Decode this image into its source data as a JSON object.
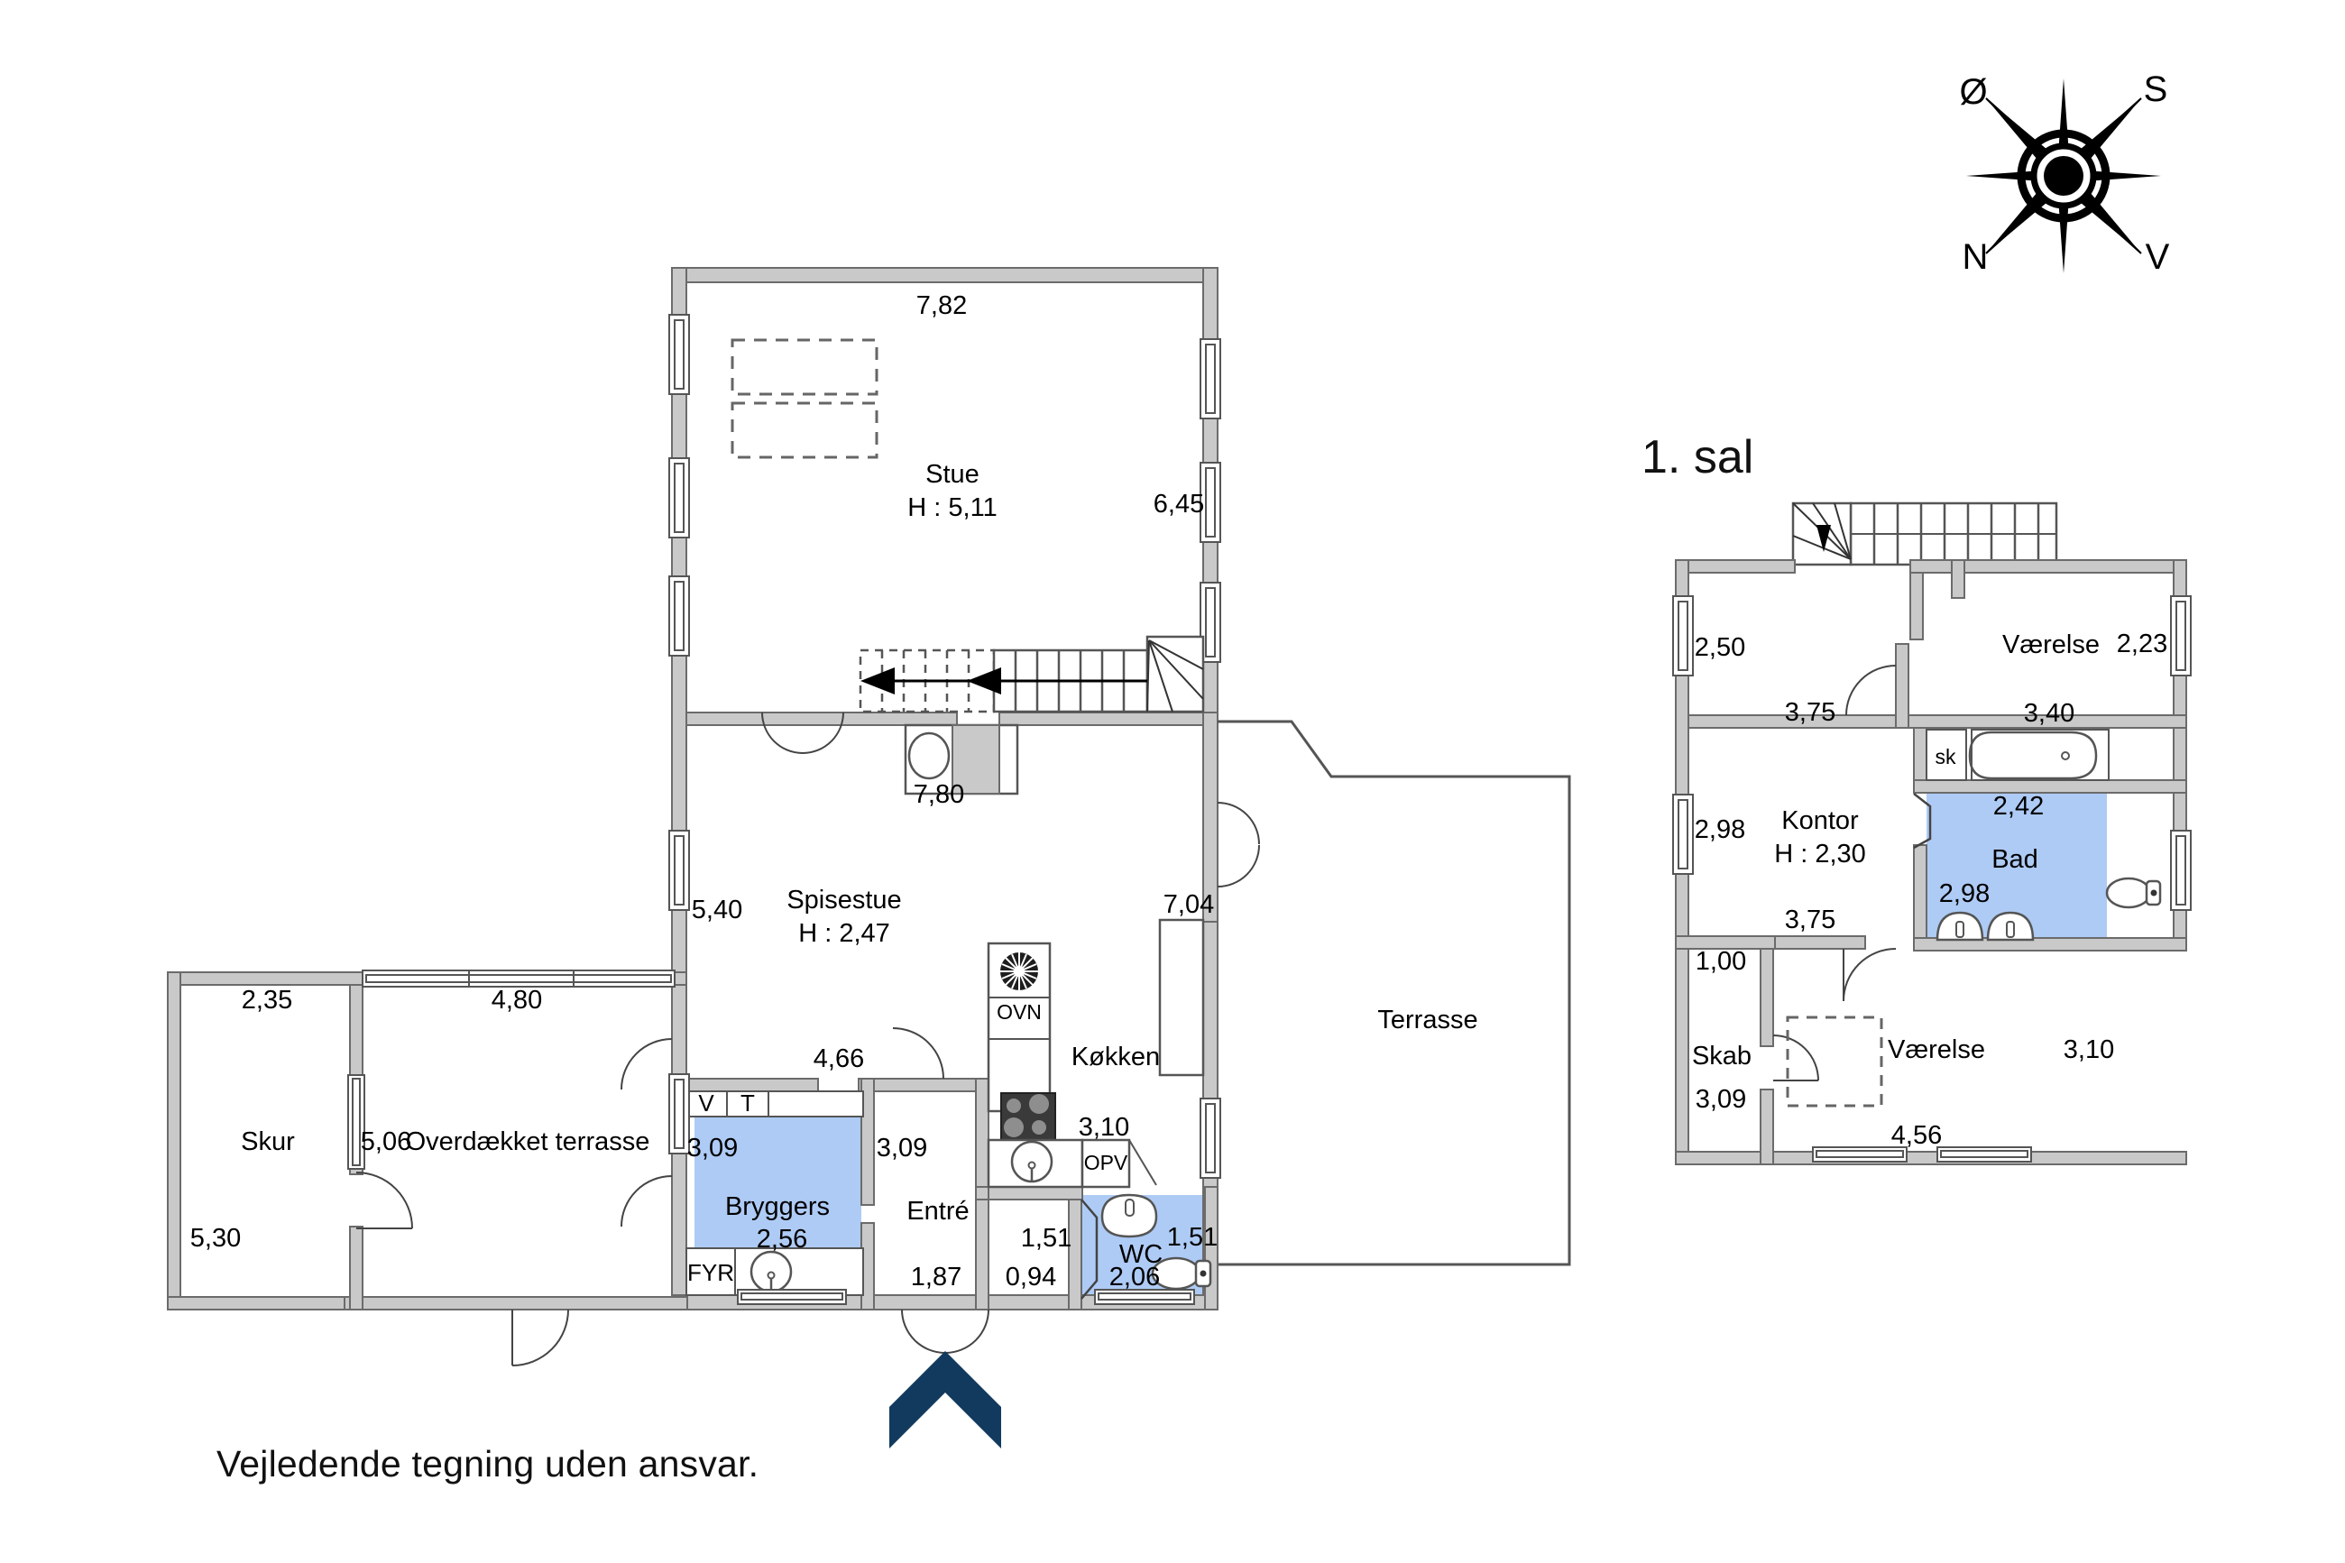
{
  "document": {
    "disclaimer": "Vejledende tegning uden ansvar.",
    "upper_floor_title": "1. sal"
  },
  "colors": {
    "wall_fill": "#c9c9c9",
    "wall_stroke": "#6b6b6b",
    "room_fill": "#ffffff",
    "wet_room_fill": "#aecbf5",
    "wet_room_stroke": "#5f7fbf",
    "entrance_marker": "#123a5e",
    "text": "#000000",
    "thin_line": "#444444",
    "appliance_dark": "#3a3a3a"
  },
  "compass": {
    "name": "compass-rose",
    "top_left": "Ø",
    "top_right": "S",
    "bottom_left": "N",
    "bottom_right": "V"
  },
  "ground_floor": {
    "rooms": [
      {
        "name": "Stue",
        "height_label": "H : 5,11"
      },
      {
        "name": "Spisestue",
        "height_label": "H : 2,47"
      },
      {
        "name": "Køkken",
        "height_label": ""
      },
      {
        "name": "Entré",
        "height_label": ""
      },
      {
        "name": "Bryggers",
        "height_label": ""
      },
      {
        "name": "WC",
        "height_label": ""
      },
      {
        "name": "Terrasse",
        "height_label": ""
      },
      {
        "name": "Overdækket terrasse",
        "height_label": ""
      },
      {
        "name": "Skur",
        "height_label": ""
      }
    ],
    "fixtures": [
      {
        "label": "V",
        "description": "washer"
      },
      {
        "label": "T",
        "description": "dryer"
      },
      {
        "label": "FYR",
        "description": "boiler"
      },
      {
        "label": "OVN",
        "description": "oven"
      },
      {
        "label": "OPV",
        "description": "dishwasher"
      }
    ],
    "dimensions": {
      "stue_top": "7,82",
      "stue_right": "6,45",
      "spisestue_top": "7,80",
      "spisestue_left": "5,40",
      "terrasse_left": "7,04",
      "entry_wall_top": "4,66",
      "bryggers_left": "3,09",
      "bryggers_bottom": "2,56",
      "entre_left": "3,09",
      "entre_bottom": "1,87",
      "kokken_bottom": "3,10",
      "wc_left": "1,51",
      "wc_right": "1,51",
      "wc_bottom": "2,06",
      "hall_small": "0,94",
      "skur_top": "2,35",
      "skur_left": "5,30",
      "skur_right": "5,06",
      "terrasse_overd_top": "4,80"
    }
  },
  "upper_floor": {
    "rooms": [
      {
        "name": "Værelse",
        "height_label": ""
      },
      {
        "name": "Kontor",
        "height_label": "H : 2,30"
      },
      {
        "name": "Bad",
        "height_label": ""
      },
      {
        "name": "Skab",
        "height_label": ""
      },
      {
        "name": "Værelse",
        "height_label": ""
      }
    ],
    "fixtures": [
      {
        "label": "sk",
        "description": "cabinet"
      }
    ],
    "dimensions": {
      "room_nw_left": "2,50",
      "room_nw_bottom": "3,75",
      "vaerelse_ne_right": "2,23",
      "vaerelse_ne_bottom": "3,40",
      "kontor_left": "2,98",
      "kontor_bottom": "3,75",
      "bad_top": "2,42",
      "bad_left": "2,98",
      "skab_top": "1,00",
      "skab_bottom": "3,09",
      "vaerelse_s_right": "3,10",
      "vaerelse_s_bottom": "4,56"
    }
  }
}
